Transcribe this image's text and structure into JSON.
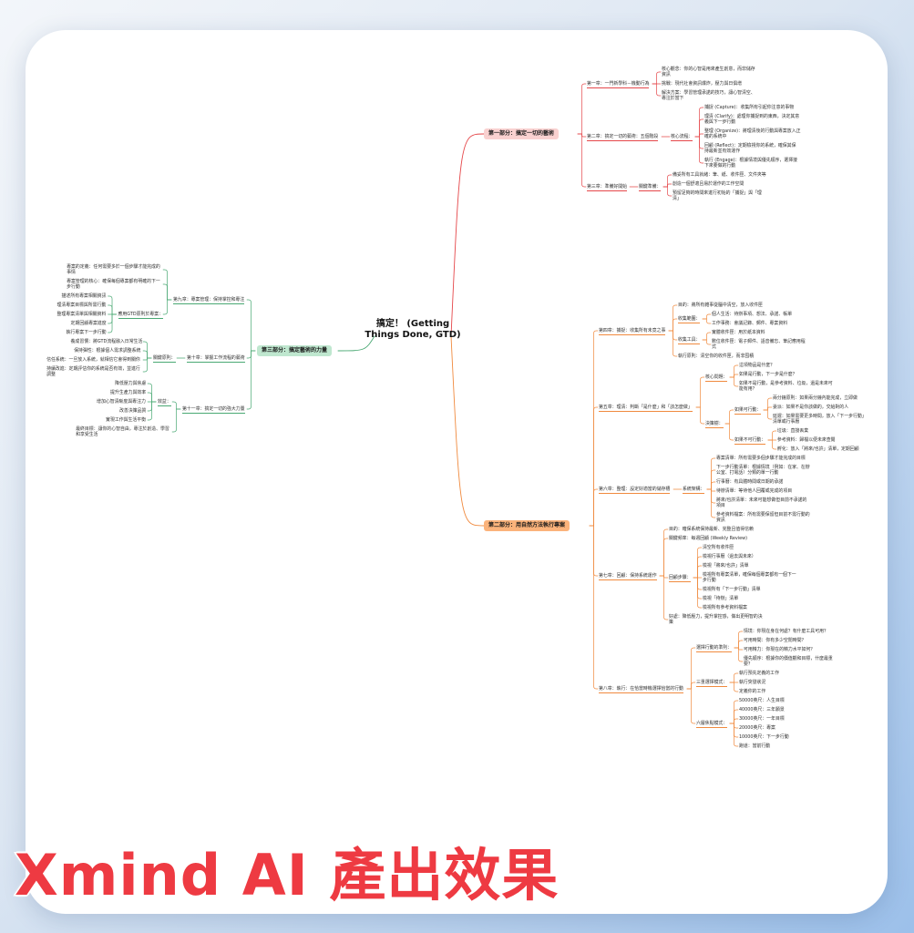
{
  "caption": "Xmind AI 產出效果",
  "colors": {
    "part1": "#e5474a",
    "part1_fill": "#f9d1d0",
    "part2": "#f08a3e",
    "part2_fill": "#fbb37b",
    "part3": "#49a873",
    "part3_fill": "#bfe7cf"
  },
  "mindmap": {
    "root": "搞定！ (Getting\nThings Done, GTD)",
    "parts": [
      {
        "label": "第一部分：搞定一切的藝術",
        "color": "part1",
        "children": [
          {
            "label": "第一章：一門新學科－機動行為",
            "children": [
              {
                "label": "核心觀念：你的心智是用來產生創意，而非儲存\n資訊"
              },
              {
                "label": "挑戰：現代社會資訊爆炸，壓力與日俱增"
              },
              {
                "label": "解決方案：學習管理承諾的技巧，讓心智清空、\n專注於當下"
              }
            ]
          },
          {
            "label": "第二章：搞定一切的藝術：五個階段",
            "children": [
              {
                "label": "核心流程：",
                "children": [
                  {
                    "label": "捕捉 (Capture)：收集所有引起你注意的事物"
                  },
                  {
                    "label": "理清 (Clarify)：處理你捕捉到的東西，決定其意\n義與下一步行動"
                  },
                  {
                    "label": "整理 (Organize)：將理清後的行動與專案放入正\n確的系統中"
                  },
                  {
                    "label": "回顧 (Reflect)：定期檢視你的系統，確保其保\n持最新並有效運作"
                  },
                  {
                    "label": "執行 (Engage)：根據情境與優先順序，選擇接\n下來要做的行動"
                  }
                ]
              }
            ]
          },
          {
            "label": "第三章：準備好開始",
            "children": [
              {
                "label": "關鍵準備：",
                "children": [
                  {
                    "label": "備妥所有工具就緒：筆、紙、收件匣、文件夾等"
                  },
                  {
                    "label": "創造一個舒適且易於運作的工作空間"
                  },
                  {
                    "label": "預留足夠的時間來進行初始的「捕捉」與「理\n清」"
                  }
                ]
              }
            ]
          }
        ]
      },
      {
        "label": "第二部分：用自然方法執行專案",
        "color": "part2",
        "children": [
          {
            "label": "第四章：捕捉：收集所有未竟之事",
            "children": [
              {
                "label": "目的：將所有雜事從腦中清空，放入收件匣"
              },
              {
                "label": "收集範圍：",
                "children": [
                  {
                    "label": "個人生活：待辦事項、想法、承諾、帳單"
                  },
                  {
                    "label": "工作事務：會議記錄、郵件、專案資料"
                  }
                ]
              },
              {
                "label": "收集工具：",
                "children": [
                  {
                    "label": "實體收件匣：用於紙本資料"
                  },
                  {
                    "label": "數位收件匣：電子郵件、語音備忘、筆記應用程\n式"
                  }
                ]
              },
              {
                "label": "執行原則：清空你的收件匣，而非囤積"
              }
            ]
          },
          {
            "label": "第五章：理清：判斷「是什麼」和「該怎麼做」",
            "children": [
              {
                "label": "核心問題：",
                "children": [
                  {
                    "label": "這項物品是什麼？"
                  },
                  {
                    "label": "如果是行動，下一步是什麼？"
                  },
                  {
                    "label": "如果不是行動，是參考資料、垃圾，還是未來可\n能有用？"
                  }
                ]
              },
              {
                "label": "決策樹：",
                "children": [
                  {
                    "label": "如果可行動：",
                    "children": [
                      {
                        "label": "兩分鐘原則：如果兩分鐘內能完成，立即做"
                      },
                      {
                        "label": "委派：如果不是你該做的，交給對的人"
                      },
                      {
                        "label": "延遲：如果需要更多時間，放入「下一步行動」\n清單或行事曆"
                      }
                    ]
                  },
                  {
                    "label": "如果不可行動：",
                    "children": [
                      {
                        "label": "垃圾：直接丟棄"
                      },
                      {
                        "label": "參考資料：歸檔以便未來查閱"
                      },
                      {
                        "label": "孵化：放入「將來/也許」清單，定期回顧"
                      }
                    ]
                  }
                ]
              }
            ]
          },
          {
            "label": "第六章：整理：設定好適當的儲存槽",
            "children": [
              {
                "label": "系統架構：",
                "children": [
                  {
                    "label": "專案清單：所有需要多個步驟才能完成的目標"
                  },
                  {
                    "label": "下一步行動清單：根據情境（例如：在家、在辦\n公室、打電話）分類的單一行動"
                  },
                  {
                    "label": "行事曆：有具體時間或日期的承諾"
                  },
                  {
                    "label": "待辦清單：等待他人回覆或完成的項目"
                  },
                  {
                    "label": "將來/也許清單：未來可能想做但目前不承諾的\n項目"
                  },
                  {
                    "label": "參考資料檔案：所有需要保留但目前不需行動的\n資訊"
                  }
                ]
              }
            ]
          },
          {
            "label": "第七章：回顧：保持系統運作",
            "children": [
              {
                "label": "目的：確保系統保持最新、完整且值得信賴"
              },
              {
                "label": "關鍵頻率：每週回顧 (Weekly Review)"
              },
              {
                "label": "回顧步驟：",
                "children": [
                  {
                    "label": "清空所有收件匣"
                  },
                  {
                    "label": "檢視行事曆（過去與未來）"
                  },
                  {
                    "label": "檢視「將來/也許」清單"
                  },
                  {
                    "label": "檢視所有專案清單，確保每個專案都有一個下一\n步行動"
                  },
                  {
                    "label": "檢視所有「下一步行動」清單"
                  },
                  {
                    "label": "檢視「待辦」清單"
                  },
                  {
                    "label": "檢視所有參考資料檔案"
                  }
                ]
              },
              {
                "label": "好處：降低壓力，提升掌控感，做出更明智的決\n策"
              }
            ]
          },
          {
            "label": "第八章：執行：在恰當時機選擇恰當的行動",
            "children": [
              {
                "label": "選擇行動的準則：",
                "children": [
                  {
                    "label": "情境：你現在身在何處？有什麼工具可用？"
                  },
                  {
                    "label": "可用時間：你有多少空閒時間？"
                  },
                  {
                    "label": "可用精力：你現在的精力水平如何？"
                  },
                  {
                    "label": "優先順序：根據你的價值觀和目標，什麼最重\n要？"
                  }
                ]
              },
              {
                "label": "三重選擇模式：",
                "children": [
                  {
                    "label": "執行預先定義的工作"
                  },
                  {
                    "label": "執行突發狀況"
                  },
                  {
                    "label": "定義你的工作"
                  }
                ]
              },
              {
                "label": "六層焦點模式：",
                "children": [
                  {
                    "label": "50000英尺：人生目標"
                  },
                  {
                    "label": "40000英尺：三年願景"
                  },
                  {
                    "label": "30000英尺：一年目標"
                  },
                  {
                    "label": "20000英尺：專案"
                  },
                  {
                    "label": "10000英尺：下一步行動"
                  },
                  {
                    "label": "跑道：當前行動"
                  }
                ]
              }
            ]
          }
        ]
      },
      {
        "label": "第三部分：搞定藝術的力量",
        "color": "part3",
        "children": [
          {
            "label": "第九章：專案管理：保持掌控和專注",
            "children": [
              {
                "label": "專案的定義：任何需要多於一個步驟才能完成的\n事情"
              },
              {
                "label": "專案管理的核心：確保每個專案都有明確的下一\n步行動"
              },
              {
                "label": "應用GTD原則於專案：",
                "children": [
                  {
                    "label": "描述所有專案相關資訊"
                  },
                  {
                    "label": "理清專案目標與所需行動"
                  },
                  {
                    "label": "整理專案清單與相關資料"
                  },
                  {
                    "label": "定期回顧專案進度"
                  },
                  {
                    "label": "執行專案下一步行動"
                  }
                ]
              }
            ]
          },
          {
            "label": "第十章：掌握工作流程的藝術",
            "children": [
              {
                "label": "關鍵原則：",
                "children": [
                  {
                    "label": "養成習慣：將GTD流程融入日常生活"
                  },
                  {
                    "label": "保持彈性：根據個人需求調整系統"
                  },
                  {
                    "label": "信任系統：一旦放入系統，就相信它會得到關你"
                  },
                  {
                    "label": "持續改進：定期評估你的系統是否有效，並進行\n調整"
                  }
                ]
              }
            ]
          },
          {
            "label": "第十一章：搞定一切的強大力量",
            "children": [
              {
                "label": "效益：",
                "children": [
                  {
                    "label": "降低壓力與焦慮"
                  },
                  {
                    "label": "提升生產力與效率"
                  },
                  {
                    "label": "增加心智清晰度與專注力"
                  },
                  {
                    "label": "改善決策品質"
                  },
                  {
                    "label": "實現工作與生活平衡"
                  }
                ]
              },
              {
                "label": "最終目標：讓你的心智自由，專注於創造、學習\n和享受生活"
              }
            ]
          }
        ]
      }
    ]
  }
}
